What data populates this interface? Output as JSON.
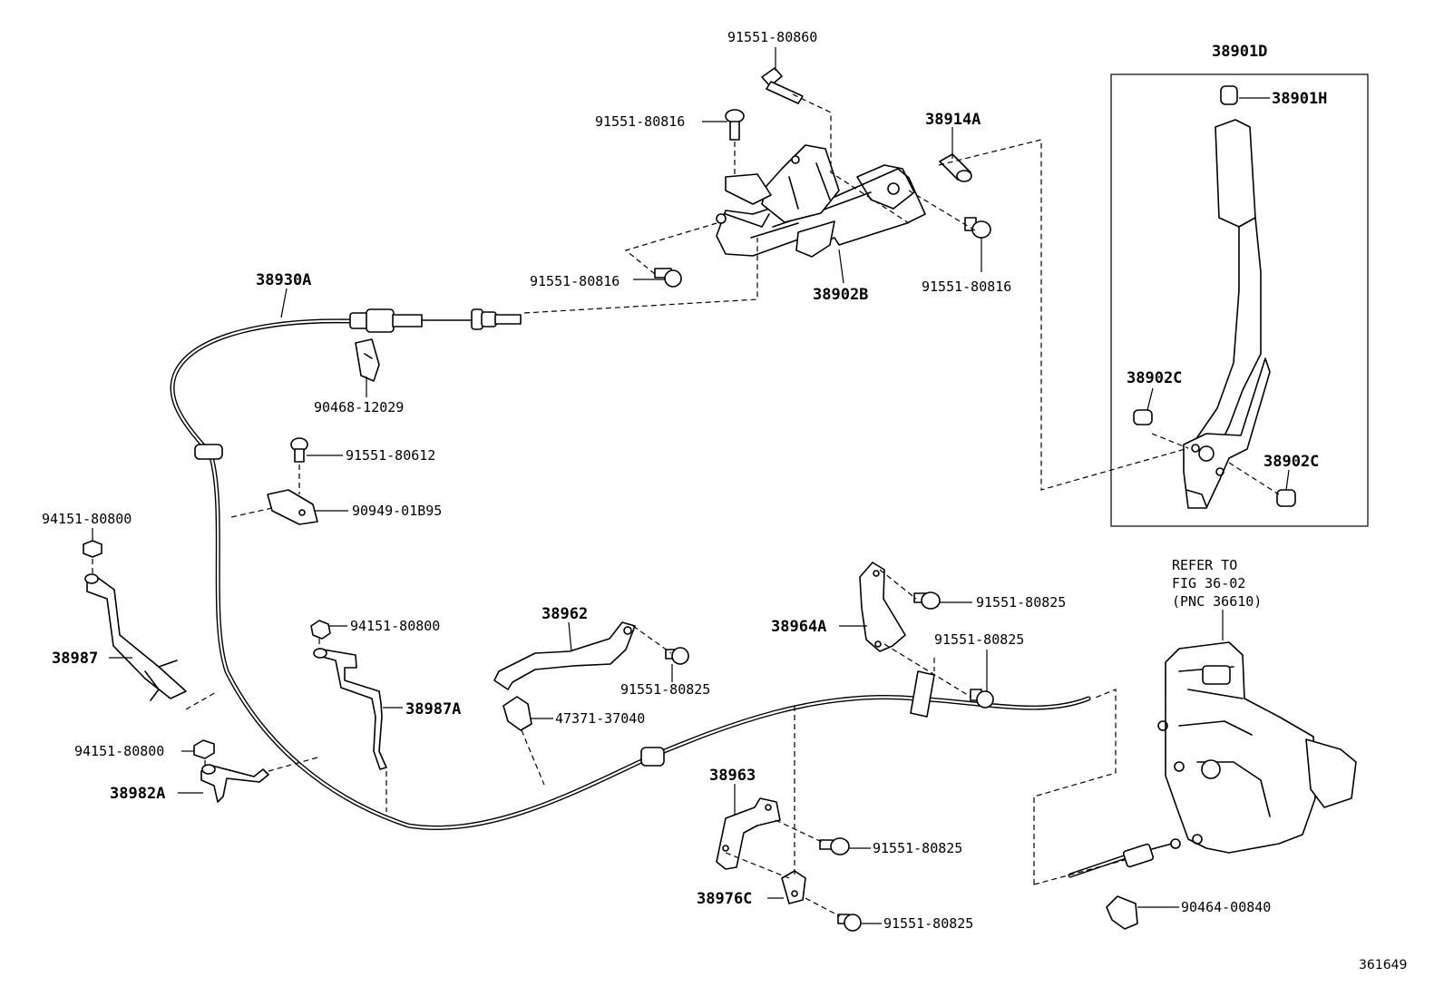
{
  "callouts": {
    "p_91551_80860": "91551-80860",
    "p_91551_80816_a": "91551-80816",
    "p_38914A": "38914A",
    "p_91551_80816_b": "91551-80816",
    "p_91551_80816_c": "91551-80816",
    "p_38902B": "38902B",
    "p_38930A": "38930A",
    "p_90468_12029": "90468-12029",
    "p_91551_80612": "91551-80612",
    "p_90949_01B95": "90949-01B95",
    "p_94151_80800_a": "94151-80800",
    "p_38987": "38987",
    "p_94151_80800_b": "94151-80800",
    "p_38987A": "38987A",
    "p_94151_80800_c": "94151-80800",
    "p_38982A": "38982A",
    "p_38962": "38962",
    "p_91551_80825_a": "91551-80825",
    "p_47371_37040": "47371-37040",
    "p_38964A": "38964A",
    "p_91551_80825_b": "91551-80825",
    "p_91551_80825_c": "91551-80825",
    "p_38963": "38963",
    "p_91551_80825_d": "91551-80825",
    "p_38976C": "38976C",
    "p_91551_80825_e": "91551-80825",
    "p_90464_00840": "90464-00840",
    "p_38901D": "38901D",
    "p_38901H": "38901H",
    "p_38902C_a": "38902C",
    "p_38902C_b": "38902C"
  },
  "reference_note": {
    "line1": "REFER TO",
    "line2": "FIG 36-02",
    "line3": "(PNC 36610)"
  },
  "figure_number": "361649"
}
